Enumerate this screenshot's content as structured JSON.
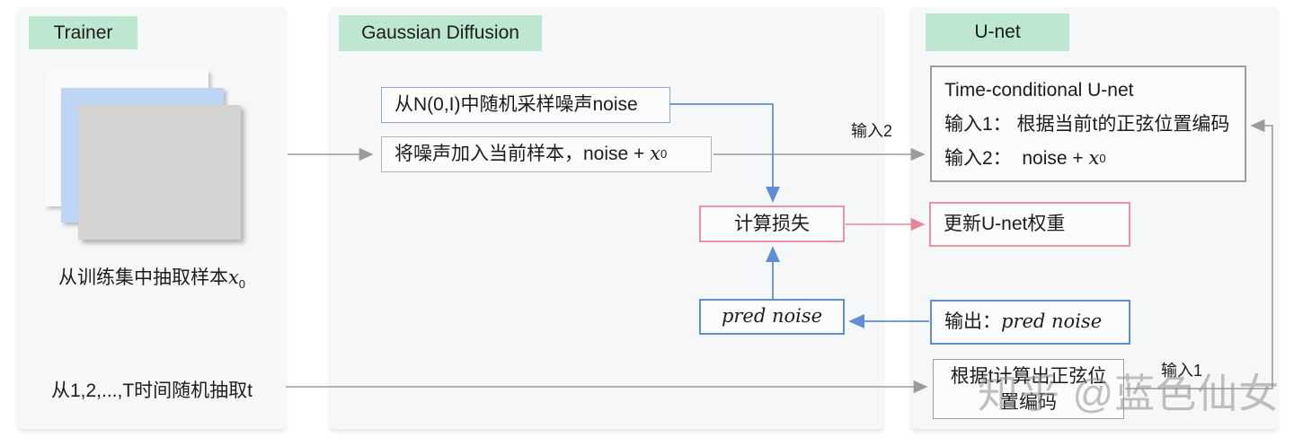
{
  "colors": {
    "tag-bg": "#bee7d2",
    "panel-bg": "#f6f7f8",
    "arrow-gray": "#9b9b9b",
    "arrow-blue": "#5e8fd5",
    "arrow-red": "#e4899b",
    "border-pink": "#eb93a5",
    "border-blue": "#5e8fd5",
    "border-gray": "#9e9e9e",
    "border-light": "#b3b3b3",
    "border-lavender": "#9aa4c9",
    "card-blue": "#bed5f4",
    "card-gray": "#d5d4d3",
    "card-white": "#f9f9fa",
    "text": "#1c1c1c",
    "watermark": "#8e8e8e"
  },
  "panels": {
    "trainer": {
      "label": "Trainer"
    },
    "diffusion": {
      "label": "Gaussian Diffusion"
    },
    "unet": {
      "label": "U-net"
    }
  },
  "trainer": {
    "sample_caption": {
      "prefix": "从训练集中抽取样本",
      "var": "x",
      "sub": "0"
    },
    "time_caption": "从1,2,...,T时间随机抽取t"
  },
  "diffusion": {
    "sample_noise_box": "从N(0,I)中随机采样噪声noise",
    "add_noise_box": {
      "prefix": "将噪声加入当前样本，noise + ",
      "var": "x",
      "sub": "0"
    },
    "loss_box": "计算损失",
    "pred_noise_box": "pred noise"
  },
  "unet": {
    "tc_box": {
      "line1": "Time-conditional U-net",
      "line2": "输入1： 根据当前t的正弦位置编码",
      "line3": {
        "prefix": "输入2：  noise + ",
        "var": "x",
        "sub": "0"
      }
    },
    "update_box": "更新U-net权重",
    "output_box": {
      "prefix": "输出：",
      "value": "pred noise"
    },
    "pos_enc_box": {
      "line1": "根据t计算出正弦位",
      "line2": "置编码"
    }
  },
  "arrow_labels": {
    "input1": "输入1",
    "input2": "输入2"
  },
  "watermark": "知乎 @蓝色仙女"
}
